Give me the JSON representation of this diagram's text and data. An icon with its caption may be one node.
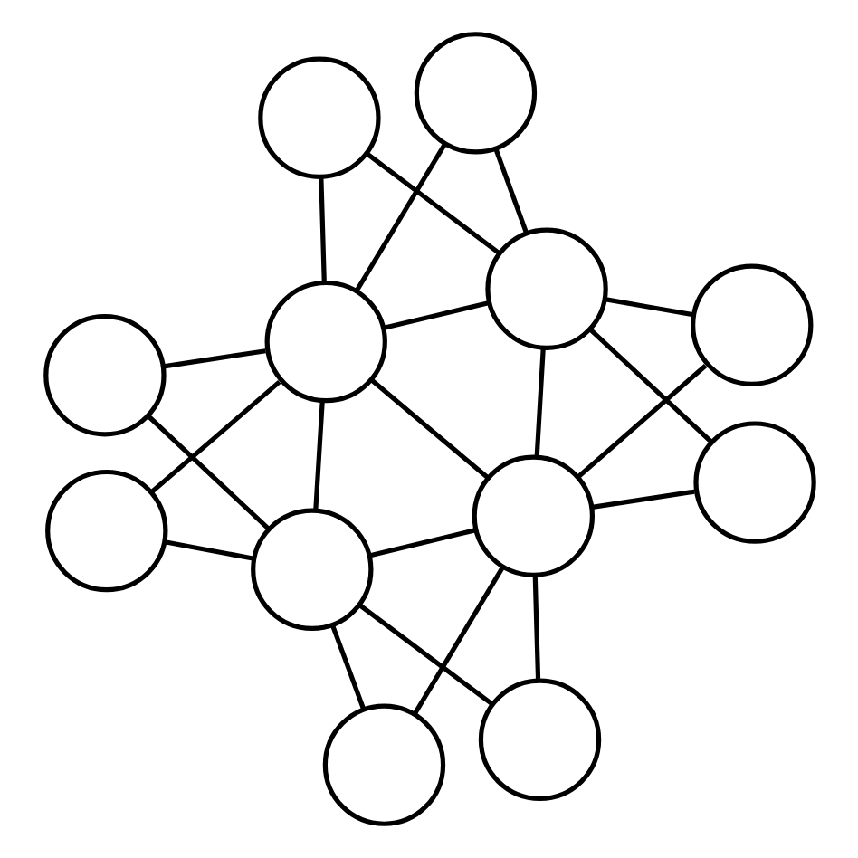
{
  "diagram": {
    "nodes": [
      {
        "text": [],
        "shape": "circle"
      },
      {
        "text": [],
        "shape": "circle"
      },
      {
        "text": [],
        "shape": "circle"
      },
      {
        "text": [],
        "shape": "circle"
      },
      {
        "text": [],
        "shape": "circle"
      },
      {
        "text": [],
        "shape": "circle"
      },
      {
        "text": [],
        "shape": "circle"
      },
      {
        "text": [],
        "shape": "circle"
      },
      {
        "text": [],
        "shape": "circle"
      },
      {
        "text": [],
        "shape": "circle"
      },
      {
        "text": [],
        "shape": "circle"
      },
      {
        "text": [],
        "shape": "circle"
      }
    ],
    "edges": [
      {
        "from": 0,
        "to": 1,
        "arrow": "none"
      },
      {
        "from": 0,
        "to": 2,
        "arrow": "none"
      },
      {
        "from": 0,
        "to": 3,
        "arrow": "none"
      },
      {
        "from": 0,
        "to": 4,
        "arrow": "none"
      },
      {
        "from": 0,
        "to": 5,
        "arrow": "none"
      },
      {
        "from": 0,
        "to": 6,
        "arrow": "none"
      },
      {
        "from": 0,
        "to": 11,
        "arrow": "none"
      },
      {
        "from": 1,
        "to": 5,
        "arrow": "none"
      },
      {
        "from": 2,
        "to": 6,
        "arrow": "none"
      },
      {
        "from": 3,
        "to": 5,
        "arrow": "none"
      },
      {
        "from": 4,
        "to": 6,
        "arrow": "none"
      },
      {
        "from": 5,
        "to": 7,
        "arrow": "none"
      },
      {
        "from": 5,
        "to": 9,
        "arrow": "none"
      },
      {
        "from": 5,
        "to": 11,
        "arrow": "none"
      },
      {
        "from": 6,
        "to": 8,
        "arrow": "none"
      },
      {
        "from": 6,
        "to": 10,
        "arrow": "none"
      },
      {
        "from": 6,
        "to": 11,
        "arrow": "none"
      },
      {
        "from": 7,
        "to": 11,
        "arrow": "none"
      },
      {
        "from": 8,
        "to": 11,
        "arrow": "none"
      },
      {
        "from": 9,
        "to": 11,
        "arrow": "none"
      },
      {
        "from": 10,
        "to": 11,
        "arrow": "none"
      }
    ]
  }
}
